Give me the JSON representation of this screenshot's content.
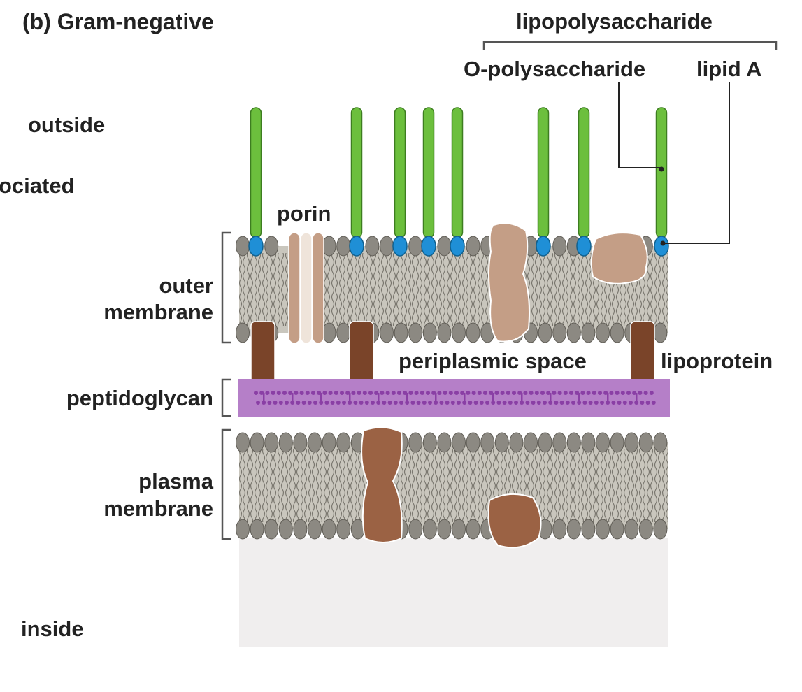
{
  "panel_title": "(b)  Gram-negative",
  "labels": {
    "outside": "outside",
    "cut_label": "ociated",
    "outer_membrane_line1": "outer",
    "outer_membrane_line2": "membrane",
    "peptidoglycan": "peptidoglycan",
    "plasma_membrane_line1": "plasma",
    "plasma_membrane_line2": "membrane",
    "inside": "inside",
    "porin": "porin",
    "periplasmic_space": "periplasmic space",
    "lipoprotein": "lipoprotein",
    "lipopolysaccharide": "lipopolysaccharide",
    "o_polysaccharide": "O-polysaccharide",
    "lipid_a": "lipid A"
  },
  "colors": {
    "o_polysaccharide": "#6cbf3d",
    "lipid_a": "#1f8fd6",
    "phospholipid_head": "#8c8982",
    "membrane_core": "#c9c6bd",
    "peptidoglycan": "#b57fc8",
    "peptidoglycan_beads": "#8a3fa5",
    "lipoprotein": "#7a4429",
    "outer_protein": "#c49e86",
    "plasma_protein": "#9b6244",
    "porin_light": "#efe4da",
    "cytoplasm": "#f0eeee"
  }
}
